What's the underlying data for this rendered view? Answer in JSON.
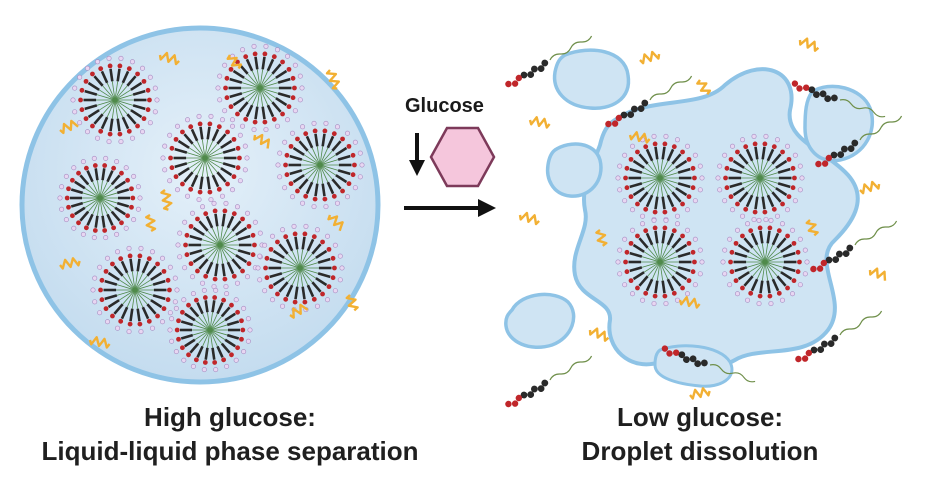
{
  "glucose_label": "Glucose",
  "left_panel": {
    "line1": "High glucose:",
    "line2": "Liquid-liquid phase separation"
  },
  "right_panel": {
    "line1": "Low glucose:",
    "line2": "Droplet dissolution"
  },
  "colors": {
    "droplet_fill": "#cfe4f3",
    "droplet_edge": "#8ec3e6",
    "hexagon_fill": "#f5c6dc",
    "hexagon_edge": "#7d3a5a",
    "peptide": "#f2b033",
    "micelle_red": "#c0262a",
    "micelle_dark": "#2a2a2a",
    "micelle_core": "#4f8a4a",
    "arrow": "#111111"
  },
  "icons": [
    "down-arrow-icon",
    "glucose-hexagon-icon",
    "right-arrow-icon"
  ]
}
